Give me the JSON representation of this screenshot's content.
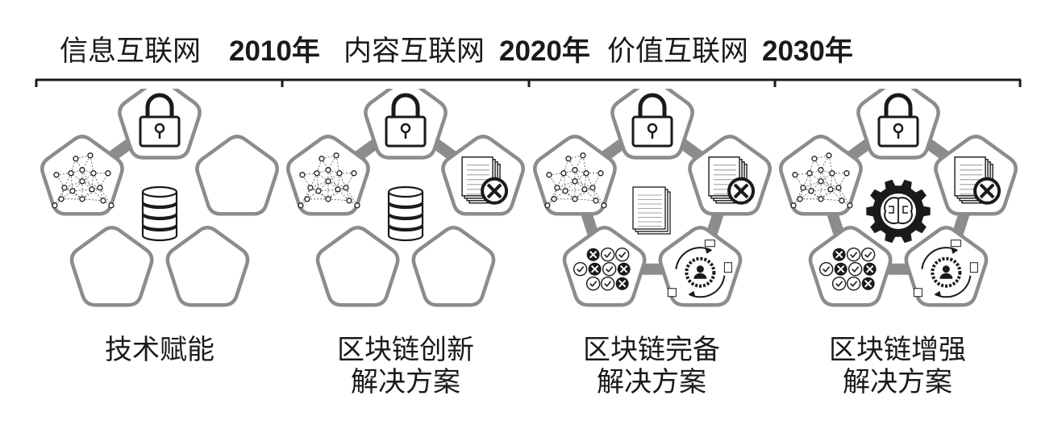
{
  "timeline": {
    "labels": [
      "信息互联网",
      "2010年",
      "内容互联网",
      "2020年",
      "价值互联网",
      "2030年"
    ]
  },
  "stages": [
    {
      "caption_line1": "技术赋能",
      "caption_line2": "",
      "center_icon": "database-icon",
      "modules": [
        "lock-icon",
        "blank",
        "blank",
        "blank",
        "network-icon"
      ]
    },
    {
      "caption_line1": "区块链创新",
      "caption_line2": "解决方案",
      "center_icon": "database-icon",
      "modules": [
        "lock-icon",
        "no-document-icon",
        "blank",
        "blank",
        "network-icon"
      ]
    },
    {
      "caption_line1": "区块链完备",
      "caption_line2": "解决方案",
      "center_icon": "ledger-icon",
      "modules": [
        "lock-icon",
        "no-document-icon",
        "user-cycle-icon",
        "checklist-icon",
        "network-icon"
      ]
    },
    {
      "caption_line1": "区块链增强",
      "caption_line2": "解决方案",
      "center_icon": "ai-brain-gear-icon",
      "modules": [
        "lock-icon",
        "no-document-icon",
        "user-cycle-icon",
        "checklist-icon",
        "network-icon"
      ]
    }
  ],
  "colors": {
    "pentagon_fill": "#f2f2f2",
    "pentagon_stroke": "#8c8c8c",
    "ink": "#1a1a1a",
    "connector": "#8c8c8c"
  }
}
